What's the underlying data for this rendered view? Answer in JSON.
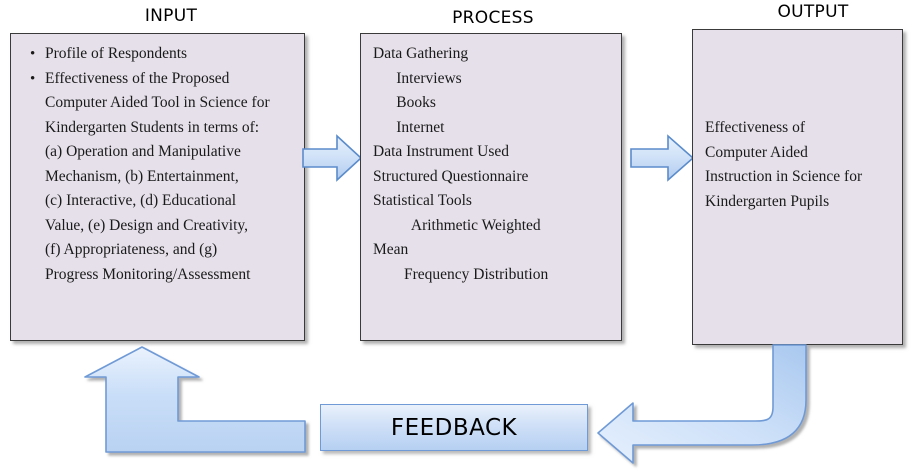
{
  "headers": {
    "input": "INPUT",
    "process": "PROCESS",
    "output": "OUTPUT"
  },
  "input_box": {
    "bullets": [
      "Profile of Respondents",
      "Effectiveness of the Proposed Computer Aided Tool in Science for Kindergarten Students in terms of:"
    ],
    "detail_lines": [
      "(a) Operation and Manipulative",
      "Mechanism, (b) Entertainment,",
      "(c) Interactive, (d) Educational",
      "Value, (e) Design and Creativity,",
      "(f) Appropriateness, and (g)",
      "Progress Monitoring/Assessment"
    ]
  },
  "process_box": {
    "lines": [
      "Data Gathering",
      "      Interviews",
      "      Books",
      "      Internet",
      "Data Instrument Used",
      "Structured Questionnaire",
      "Statistical Tools",
      "          Arithmetic Weighted",
      "Mean",
      "        Frequency Distribution"
    ]
  },
  "output_box": {
    "lines": [
      "Effectiveness of",
      "Computer Aided",
      "Instruction in Science for",
      "Kindergarten Pupils"
    ]
  },
  "feedback": {
    "label": "FEEDBACK"
  },
  "arrows": {
    "input_to_process": "right-arrow-icon",
    "process_to_output": "right-arrow-icon",
    "output_to_feedback": "curved-elbow-left-arrow-icon",
    "feedback_to_input": "elbow-up-arrow-icon"
  },
  "colors": {
    "box_fill": "#e6e0ea",
    "box_border": "#3a3a3a",
    "arrow_fill_light": "#dce9fb",
    "arrow_fill_mid": "#bcd6f5",
    "arrow_stroke": "#6f9ad6",
    "feedback_text": "#000000"
  }
}
